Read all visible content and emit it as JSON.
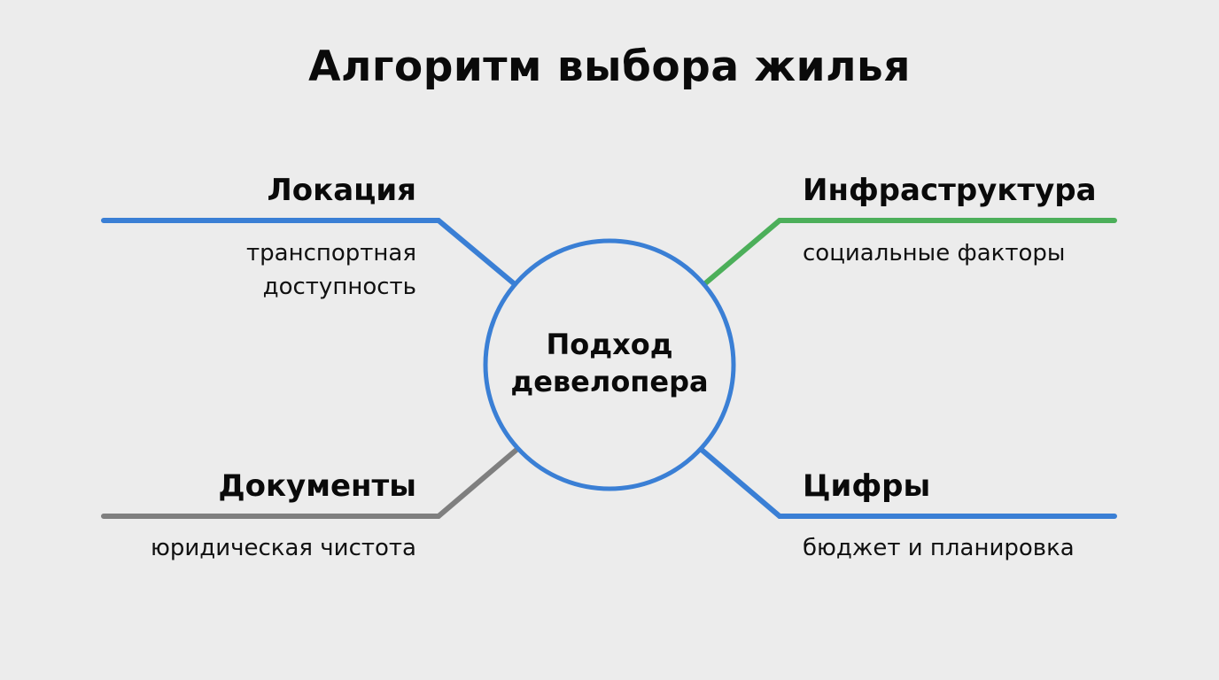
{
  "title": "Алгоритм выбора жилья",
  "center": {
    "line1": "Подход",
    "line2": "девелопера",
    "stroke_color": "#3a7fd5"
  },
  "branches": [
    {
      "id": "location",
      "position": "top-left",
      "heading": "Локация",
      "sub_lines": [
        "транспортная",
        "доступность"
      ],
      "color": "#3a7fd5"
    },
    {
      "id": "infrastructure",
      "position": "top-right",
      "heading": "Инфраструктура",
      "sub_lines": [
        "социальные факторы"
      ],
      "color": "#4caf5a"
    },
    {
      "id": "documents",
      "position": "bottom-left",
      "heading": "Документы",
      "sub_lines": [
        "юридическая чистота"
      ],
      "color": "#7f7f7f"
    },
    {
      "id": "numbers",
      "position": "bottom-right",
      "heading": "Цифры",
      "sub_lines": [
        "бюджет и планировка"
      ],
      "color": "#3a7fd5"
    }
  ]
}
